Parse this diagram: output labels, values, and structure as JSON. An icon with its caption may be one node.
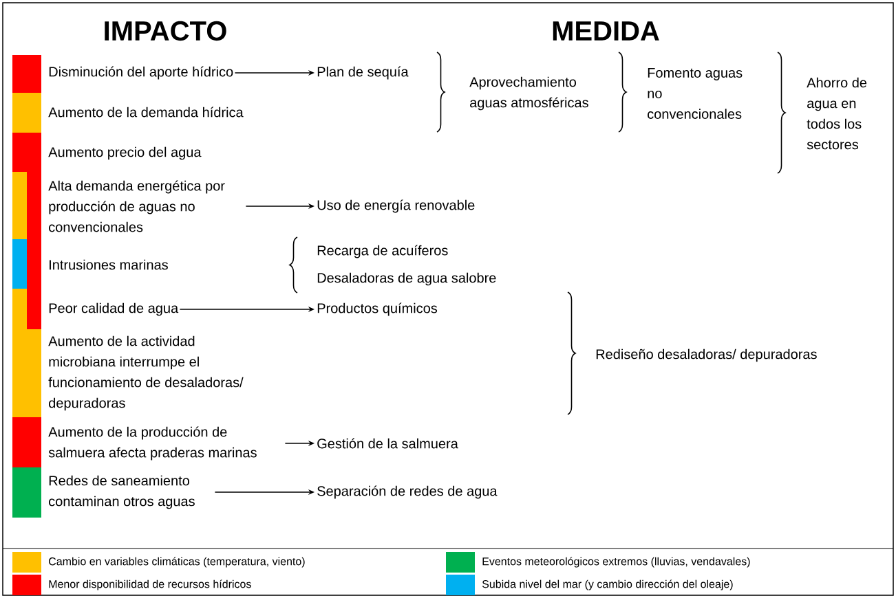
{
  "diagram": {
    "nodes": [
      {
        "text": [
          "Disminución del aporte hídrico"
        ]
      },
      {
        "text": [
          "Aumento de la demanda hídrica"
        ]
      },
      {
        "text": [
          "Aumento precio del agua"
        ]
      },
      {
        "text": [
          "Alta demanda energética por producción de aguas no convencionales"
        ]
      },
      {
        "text": [
          "Intrusiones marinas"
        ]
      },
      {
        "text": [
          "Peor calidad de agua"
        ]
      },
      {
        "text": [
          "Aumento de la actividad microbiana interrumpe el funcionamiento de desaladoras/ depuradoras"
        ]
      },
      {
        "text": [
          "Aumento de la producción de salmuera afecta praderas marinas"
        ]
      },
      {
        "text": [
          "Redes de saneamiento contaminan otros aguas"
        ]
      },
      {
        "text": [
          "Plan de sequía"
        ]
      },
      {
        "text": [
          "Aprovechamiento aguas atmosféricas"
        ]
      },
      {
        "text": [
          "Fomento aguas no convencionales"
        ]
      },
      {
        "text": [
          "Ahorro de agua en todos los sectores"
        ]
      },
      {
        "text": [
          "Uso de energía renovable"
        ]
      },
      {
        "text": [
          "Recarga de acuíferos"
        ]
      },
      {
        "text": [
          "Desaladoras de agua salobre"
        ]
      },
      {
        "text": [
          "Productos químicos"
        ]
      },
      {
        "text": [
          "Rediseño desaladoras/ depuradoras"
        ]
      },
      {
        "text": [
          "Gestión de la salmuera"
        ]
      },
      {
        "text": [
          "Separación de redes de agua"
        ]
      }
    ],
    "edges": [
      {
        "from": 0,
        "to": 9,
        "arrow": "to"
      },
      {
        "from": 3,
        "to": 13,
        "arrow": "to"
      },
      {
        "from": 5,
        "to": 16,
        "arrow": "to"
      },
      {
        "from": 7,
        "to": 18,
        "arrow": "to"
      },
      {
        "from": 8,
        "to": 19,
        "arrow": "to"
      }
    ],
    "labels": [
      "IMPACTO",
      "MEDIDA"
    ],
    "legend": [
      {
        "text": "Cambio en variables climáticas (temperatura, viento)",
        "color": "#ffc000"
      },
      {
        "text": "Eventos meteorológicos extremos (lluvias, vendavales)",
        "color": "#00b050"
      },
      {
        "text": "Menor disponibilidad de recursos hídricos",
        "color": "#ff0000"
      },
      {
        "text": "Subida nivel del mar (y cambio dirección del oleaje)",
        "color": "#00b0f0"
      }
    ]
  }
}
